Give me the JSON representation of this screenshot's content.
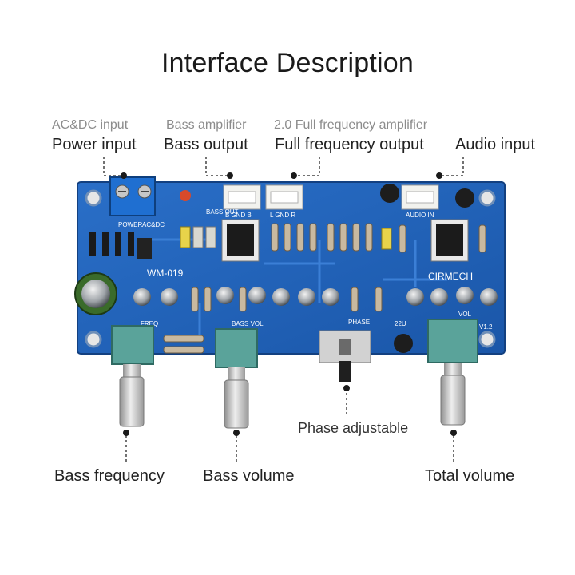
{
  "title": "Interface Description",
  "callouts": {
    "power": {
      "sub": "AC&DC input",
      "label": "Power input"
    },
    "bass_out": {
      "sub": "Bass amplifier",
      "label": "Bass output"
    },
    "full_out": {
      "sub": "2.0 Full frequency amplifier",
      "label": "Full frequency output"
    },
    "audio_in": {
      "label": "Audio input"
    },
    "phase": {
      "label": "Phase adjustable"
    },
    "bass_freq": {
      "label": "Bass frequency"
    },
    "bass_vol": {
      "label": "Bass volume"
    },
    "total_vol": {
      "label": "Total volume"
    }
  },
  "board": {
    "model": "WM-019",
    "brand": "CIRMECH",
    "silk": {
      "power": "POWER",
      "acdc": "AC&DC",
      "bass_out": "BASS OUT",
      "b_gnd_b": "B GND B",
      "l_gnd_r": "L GND R",
      "audio_in": "AUDIO IN",
      "freq": "FREQ",
      "bass_vol": "BASS VOL",
      "phase": "PHASE",
      "vol": "VOL",
      "v12": "V1.2",
      "cap": "22U"
    },
    "colors": {
      "pcb": "#1f5fb8",
      "pcb_dark": "#174a92",
      "knob_base": "#5aa39a",
      "metal": "#c9c9c9"
    }
  }
}
